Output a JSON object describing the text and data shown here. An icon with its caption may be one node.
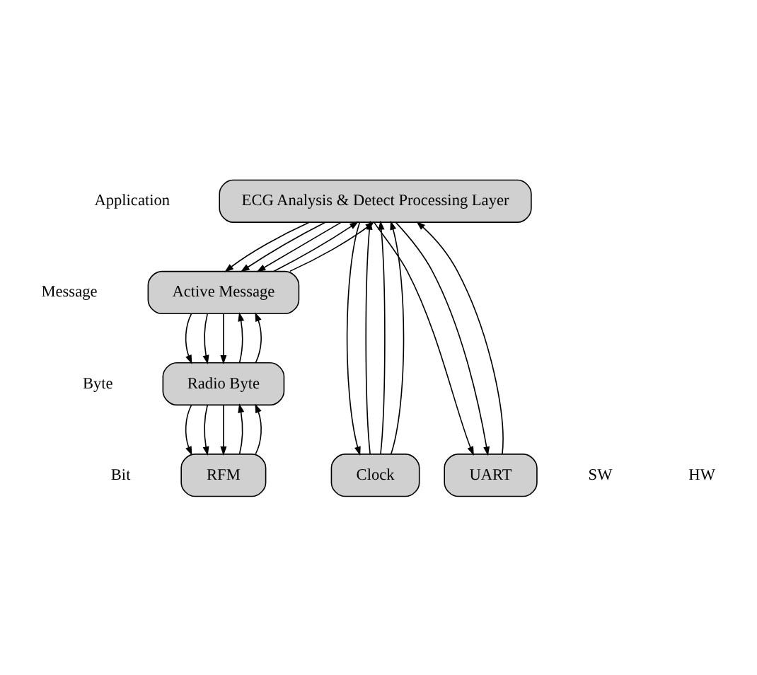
{
  "diagram": {
    "nodes": [
      {
        "text": [
          "ECG Analysis & Detect Processing Layer"
        ]
      },
      {
        "text": [
          "Active Message"
        ]
      },
      {
        "text": [
          "Radio Byte"
        ]
      },
      {
        "text": [
          "RFM"
        ]
      },
      {
        "text": [
          "Clock"
        ]
      },
      {
        "text": [
          "UART"
        ]
      }
    ],
    "edges": [
      {
        "from": 0,
        "to": 1,
        "arrow": "to"
      },
      {
        "from": 0,
        "to": 1,
        "arrow": "to"
      },
      {
        "from": 0,
        "to": 1,
        "arrow": "to"
      },
      {
        "from": 1,
        "to": 0,
        "arrow": "to"
      },
      {
        "from": 1,
        "to": 0,
        "arrow": "to"
      },
      {
        "from": 1,
        "to": 2,
        "arrow": "to"
      },
      {
        "from": 1,
        "to": 2,
        "arrow": "to"
      },
      {
        "from": 1,
        "to": 2,
        "arrow": "to"
      },
      {
        "from": 2,
        "to": 1,
        "arrow": "to"
      },
      {
        "from": 2,
        "to": 1,
        "arrow": "to"
      },
      {
        "from": 2,
        "to": 3,
        "arrow": "to"
      },
      {
        "from": 2,
        "to": 3,
        "arrow": "to"
      },
      {
        "from": 2,
        "to": 3,
        "arrow": "to"
      },
      {
        "from": 3,
        "to": 2,
        "arrow": "to"
      },
      {
        "from": 3,
        "to": 2,
        "arrow": "to"
      },
      {
        "from": 0,
        "to": 4,
        "arrow": "to"
      },
      {
        "from": 4,
        "to": 0,
        "arrow": "to"
      },
      {
        "from": 4,
        "to": 0,
        "arrow": "to"
      },
      {
        "from": 4,
        "to": 0,
        "arrow": "to"
      },
      {
        "from": 0,
        "to": 5,
        "arrow": "to"
      },
      {
        "from": 0,
        "to": 5,
        "arrow": "to"
      },
      {
        "from": 5,
        "to": 0,
        "arrow": "to"
      }
    ],
    "labels": [
      "Application",
      "Message",
      "Byte",
      "SW",
      "Bit",
      "HW"
    ]
  }
}
